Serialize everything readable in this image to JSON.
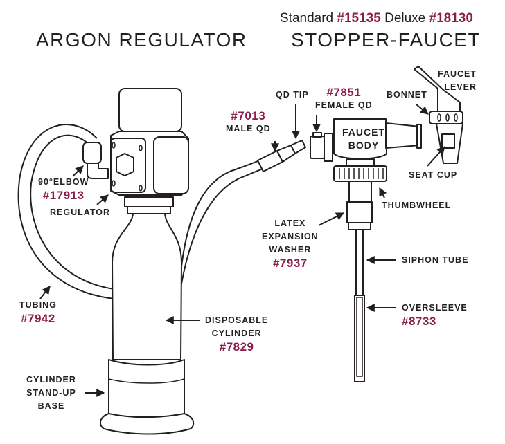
{
  "titles": {
    "left": "ARGON REGULATOR",
    "right": "STOPPER-FAUCET",
    "variants": {
      "standard_label": "Standard",
      "standard_part": "#15135",
      "deluxe_label": "Deluxe",
      "deluxe_part": "#18130"
    }
  },
  "accent_color": "#8c1d4a",
  "text_color": "#231f20",
  "labels": {
    "elbow": {
      "name": "90°ELBOW",
      "part": "#17913"
    },
    "regulator": {
      "name": "REGULATOR"
    },
    "tubing": {
      "name": "TUBING",
      "part": "#7942"
    },
    "cylinder": {
      "line1": "DISPOSABLE",
      "line2": "CYLINDER",
      "part": "#7829"
    },
    "base": {
      "line1": "CYLINDER",
      "line2": "STAND-UP",
      "line3": "BASE"
    },
    "male_qd": {
      "name": "MALE QD",
      "part": "#7013"
    },
    "qd_tip": {
      "name": "QD TIP"
    },
    "female_qd": {
      "name": "FEMALE QD",
      "part": "#7851"
    },
    "faucet_body": {
      "line1": "FAUCET",
      "line2": "BODY"
    },
    "bonnet": {
      "name": "BONNET"
    },
    "faucet_lever": {
      "line1": "FAUCET",
      "line2": "LEVER"
    },
    "seat_cup": {
      "name": "SEAT CUP"
    },
    "thumbwheel": {
      "name": "THUMBWHEEL"
    },
    "washer": {
      "line1": "LATEX",
      "line2": "EXPANSION",
      "line3": "WASHER",
      "part": "#7937"
    },
    "siphon_tube": {
      "name": "SIPHON TUBE"
    },
    "oversleeve": {
      "name": "OVERSLEEVE",
      "part": "#8733"
    }
  }
}
